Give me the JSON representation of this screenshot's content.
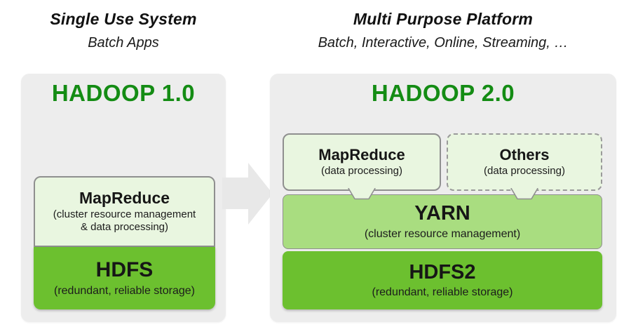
{
  "left": {
    "title": "Single Use System",
    "subtitle": "Batch Apps",
    "platform": "HADOOP 1.0",
    "mapreduce": {
      "title": "MapReduce",
      "subtitle_line1": "(cluster resource management",
      "subtitle_line2": "& data processing)"
    },
    "hdfs": {
      "title": "HDFS",
      "subtitle": "(redundant, reliable storage)"
    }
  },
  "right": {
    "title": "Multi Purpose Platform",
    "subtitle": "Batch, Interactive, Online, Streaming, …",
    "platform": "HADOOP 2.0",
    "mapreduce": {
      "title": "MapReduce",
      "subtitle": "(data processing)"
    },
    "others": {
      "title": "Others",
      "subtitle": "(data processing)"
    },
    "yarn": {
      "title": "YARN",
      "subtitle": "(cluster resource management)"
    },
    "hdfs2": {
      "title": "HDFS2",
      "subtitle": "(redundant, reliable storage)"
    }
  },
  "colors": {
    "panel_gray": "#ededed",
    "light_green": "#e9f6e0",
    "yarn_green": "#a9dd80",
    "bright_green": "#6cc02f",
    "hadoop_text_green": "#148c14",
    "border_gray": "#8f8f8f",
    "arrow_gray": "#e8e8e8"
  }
}
